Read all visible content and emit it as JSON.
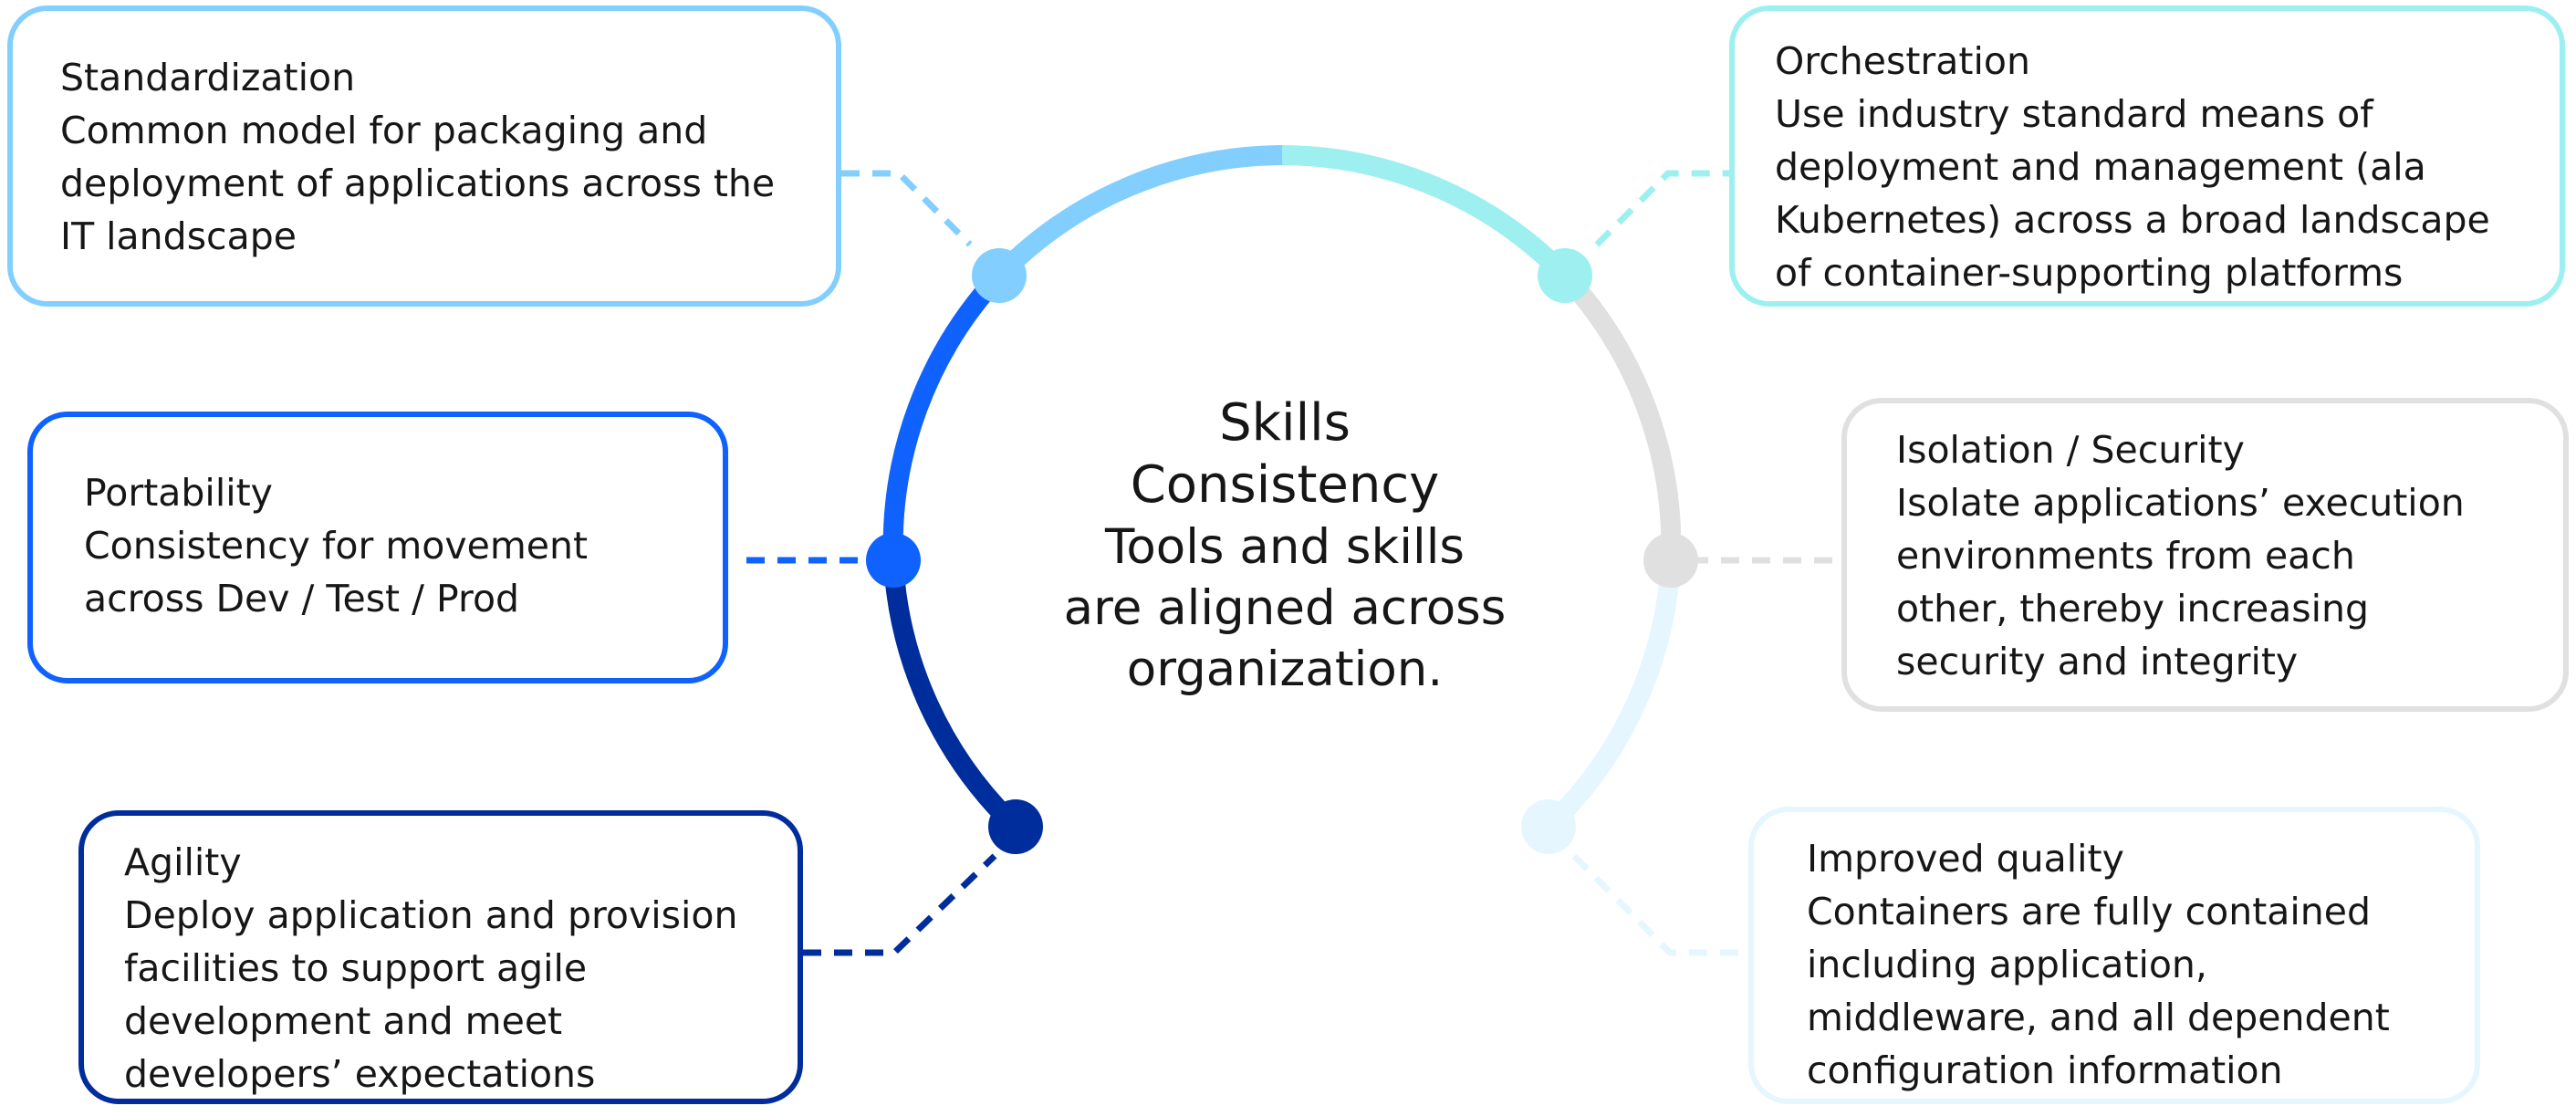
{
  "center": {
    "title": "Skills\nConsistency",
    "subtitle": "Tools and skills\nare aligned across\norganization."
  },
  "colors": {
    "standardization": "#82cfff",
    "orchestration": "#9ef0f0",
    "isolation": "#e0e0e0",
    "quality": "#e5f6ff",
    "agility": "#002d9c",
    "portability": "#0f62fe"
  },
  "boxes": {
    "standardization": {
      "title": "Standardization",
      "description": "Common model for packaging and\ndeployment of applications across the\nIT landscape"
    },
    "portability": {
      "title": "Portability",
      "description": "Consistency for movement\nacross Dev / Test / Prod"
    },
    "agility": {
      "title": "Agility",
      "description": "Deploy application and provision\nfacilities to support agile\ndevelopment and meet\ndevelopers’ expectations"
    },
    "orchestration": {
      "title": "Orchestration",
      "description": "Use industry standard means of\ndeployment and management (ala\nKubernetes) across a broad landscape\nof container-supporting platforms"
    },
    "isolation": {
      "title": "Isolation / Security",
      "description": "Isolate applications’ execution\nenvironments from each\nother, thereby increasing\nsecurity and integrity"
    },
    "quality": {
      "title": "Improved quality",
      "description": "Containers are fully contained\nincluding application,\nmiddleware, and all dependent\nconfiguration information"
    }
  }
}
